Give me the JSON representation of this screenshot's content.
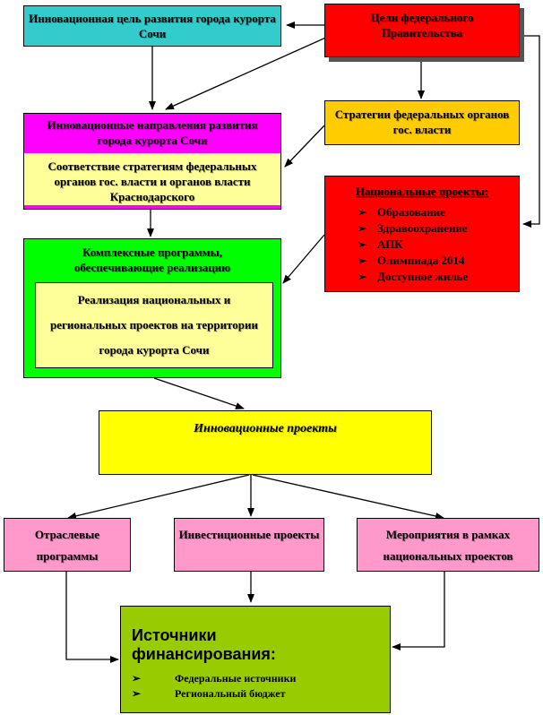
{
  "boxes": {
    "innovation_goal": "Инновационная цель развития города курорта Сочи",
    "federal_goals": "Цели федерального Правительства",
    "innovation_directions": "Инновационные направления развития города курорта Сочи",
    "strategy_match": "Соответствие стратегиям федеральных органов гос. власти и органов власти Краснодарского",
    "federal_strategies": "Стратегии федеральных органов гос. власти",
    "complex_programs": "Комплексные программы, обеспечивающие реализацию",
    "projects_realization": "Реализация национальных и региональных проектов на территории города курорта Сочи",
    "innovation_projects": "Инновационные проекты",
    "sector_programs": "Отраслевые программы",
    "investment_projects": "Инвестиционные проекты",
    "national_events": "Мероприятия в рамках национальных проектов"
  },
  "national_projects": {
    "title": "Национальные проекты:",
    "items": [
      "Образование",
      "Здравоохранение",
      "АПК",
      "Олимпиада 2014",
      "Доступное жилье"
    ]
  },
  "financing": {
    "title": "Источники финансирования:",
    "items": [
      "Федеральные источники",
      "Региональный бюджет"
    ]
  },
  "colors": {
    "cyan": "#33cccc",
    "red": "#ff0000",
    "magenta": "#ff00ff",
    "light_yellow": "#ffff99",
    "orange": "#ffcc00",
    "green": "#00ff00",
    "yellow": "#ffff00",
    "pink": "#ff99cc",
    "olive": "#99cc00"
  },
  "icons": {
    "bullet": "checkmark-arrow-icon"
  }
}
